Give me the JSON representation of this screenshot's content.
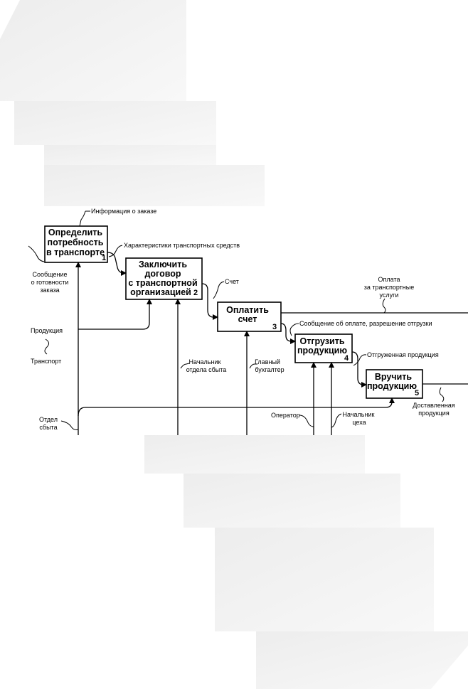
{
  "boxes": [
    {
      "title": [
        "Определить",
        "потребность",
        "в транспорте"
      ],
      "number": "1"
    },
    {
      "title": [
        "Заключить",
        "договор",
        "с транспортной",
        "организацией"
      ],
      "number": "2"
    },
    {
      "title": [
        "Оплатить",
        "счет"
      ],
      "number": "3"
    },
    {
      "title": [
        "Отгрузить",
        "продукцию"
      ],
      "number": "4"
    },
    {
      "title": [
        "Вручить",
        "продукцию"
      ],
      "number": "5"
    }
  ],
  "arrows": {
    "order_info": "Информация о заказе",
    "vehicle_specs": "Характеристики транспортных средств",
    "readiness_msg": [
      "Сообщение",
      "о готовности",
      "заказа"
    ],
    "invoice": "Счет",
    "transport_payment": [
      "Оплата",
      "за транспортные",
      "услуги"
    ],
    "payment_msg": "Сообщение об оплате, разрешение отгрузки",
    "products": "Продукция",
    "transport": "Транспорт",
    "shipped_products": "Отгруженная продукция",
    "delivered_products": [
      "Доставленная",
      "продукция"
    ],
    "sales_head": [
      "Начальник",
      "отдела сбыта"
    ],
    "chief_accountant": [
      "Главный",
      "бухгалтер"
    ],
    "operator": "Оператор",
    "shop_head": [
      "Начальник",
      "цеха"
    ],
    "sales_dept": [
      "Отдел",
      "сбыта"
    ]
  }
}
